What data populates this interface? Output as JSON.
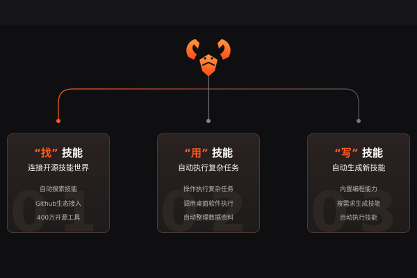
{
  "diagram": {
    "cards": [
      {
        "quote_char": "“找”",
        "title_suffix": " 技能",
        "subtitle": "连接开源技能世界",
        "features": [
          "自动搜索技能",
          "Github生态接入",
          "400万开源工具"
        ],
        "number": "01"
      },
      {
        "quote_char": "“用”",
        "title_suffix": " 技能",
        "subtitle": "自动执行复杂任务",
        "features": [
          "操作执行复杂任务",
          "调用桌面软件执行",
          "自动整理数据资料"
        ],
        "number": "02"
      },
      {
        "quote_char": "“写”",
        "title_suffix": " 技能",
        "subtitle": "自动生成新技能",
        "features": [
          "内置编程能力",
          "按需求生成技能",
          "自动执行技能"
        ],
        "number": "03"
      }
    ]
  },
  "colors": {
    "background": "#0f0f12",
    "accent": "#ff5a1f",
    "accent_light": "#ff9a3c",
    "connector_gray": "#55555a"
  },
  "icons": {
    "logo": "lobster-logo-icon"
  }
}
